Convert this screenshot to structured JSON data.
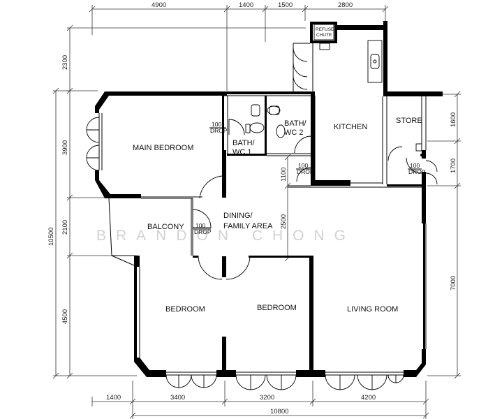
{
  "watermark": "BRANDON CHONG",
  "dimensions": {
    "top": [
      "4900",
      "1400",
      "1500",
      "2800"
    ],
    "bottom": [
      "1400",
      "3400",
      "3200",
      "4200"
    ],
    "bottom_total": "10800",
    "left": [
      "2300",
      "3900",
      "2100",
      "4500"
    ],
    "left_total": "10500",
    "right": [
      "1600",
      "1700",
      "7000"
    ],
    "inner": [
      "1100",
      "2500"
    ]
  },
  "rooms": {
    "main_bedroom": "MAIN BEDROOM",
    "balcony": "BALCONY",
    "dining_line1": "DINING/",
    "dining_line2": "FAMILY AREA",
    "bedroom_1": "BEDROOM",
    "bedroom_2": "BEDROOM",
    "living_room": "LIVING ROOM",
    "kitchen": "KITCHEN",
    "store": "STORE",
    "bath1_line1": "BATH/",
    "bath1_line2": "WC 1",
    "bath2_line1": "BATH/",
    "bath2_line2": "WC 2",
    "refuse_line1": "REFUSE",
    "refuse_line2": "CHUTE"
  },
  "drops": [
    {
      "value": "100",
      "label": "DROP"
    },
    {
      "value": "100",
      "label": "DROP"
    },
    {
      "value": "100",
      "label": "DROP"
    },
    {
      "value": "100",
      "label": "DROP"
    }
  ]
}
